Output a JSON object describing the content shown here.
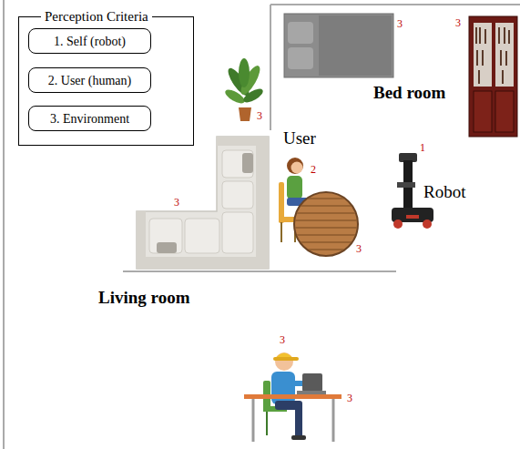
{
  "diagram": {
    "nodes": [
      {
        "text": [
          "Perception Criteria"
        ]
      },
      {
        "text": [
          "1. Self (robot)"
        ],
        "in": 0
      },
      {
        "text": [
          "2. User (human)"
        ],
        "in": 0
      },
      {
        "text": [
          "3. Environment"
        ],
        "in": 0
      }
    ],
    "labels": [
      "3",
      "3",
      "Bed room",
      "3",
      "1",
      "User",
      "2",
      "Robot",
      "3",
      "3",
      "Living room",
      "3",
      "3"
    ]
  }
}
